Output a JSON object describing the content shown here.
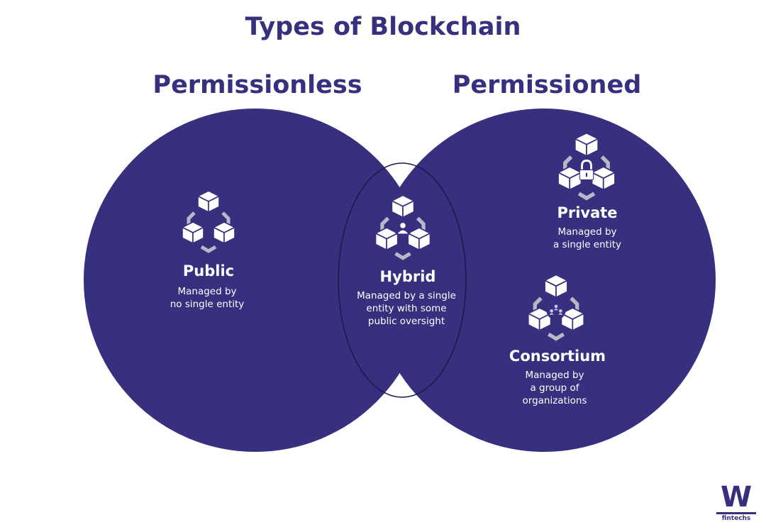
{
  "title": "Types of Blockchain",
  "colors": {
    "primary": "#36307f",
    "arrow": "#b8b8c8",
    "cube_face": "#ffffff",
    "cube_edge": "#36307f"
  },
  "groups": [
    {
      "label": "Permissionless"
    },
    {
      "label": "Permissioned"
    }
  ],
  "nodes": {
    "public": {
      "label": "Public",
      "desc": [
        "Managed by",
        "no single entity"
      ],
      "icon": "blockchain-cubes-icon"
    },
    "hybrid": {
      "label": "Hybrid",
      "desc": [
        "Managed by a single",
        "entity with some",
        "public oversight"
      ],
      "icon": "blockchain-user-icon"
    },
    "private": {
      "label": "Private",
      "desc": [
        "Managed by",
        "a single entity"
      ],
      "icon": "blockchain-lock-icon"
    },
    "consortium": {
      "label": "Consortium",
      "desc": [
        "Managed by",
        "a group of",
        "organizations"
      ],
      "icon": "blockchain-group-icon"
    }
  },
  "logo": {
    "mark": "W",
    "text": "fintechs"
  }
}
